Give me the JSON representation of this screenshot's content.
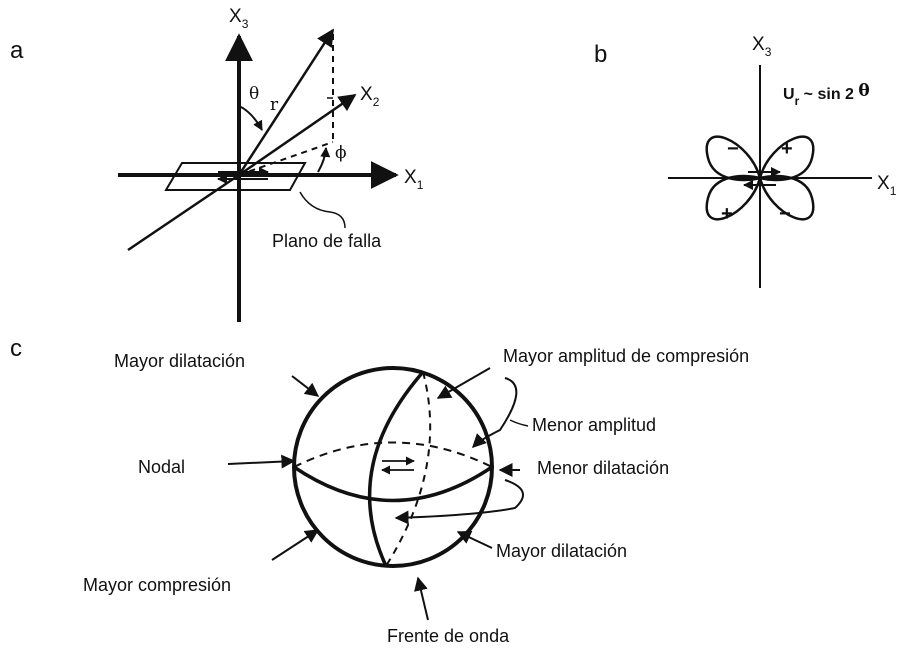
{
  "panels": {
    "a": {
      "letter": "a",
      "x3": "X",
      "x3_sub": "3",
      "x2": "X",
      "x2_sub": "2",
      "x1": "X",
      "x1_sub": "1",
      "theta": "θ",
      "r": "r",
      "phi": "ϕ",
      "fault_plane": "Plano de falla"
    },
    "b": {
      "letter": "b",
      "x3": "X",
      "x3_sub": "3",
      "x1": "X",
      "x1_sub": "1",
      "formula_u": "U",
      "formula_sub": "r",
      "formula_rest": " ~ sin 2 ",
      "formula_theta": "θ",
      "signs": [
        "−",
        "+",
        "+",
        "−"
      ]
    },
    "c": {
      "letter": "c",
      "labels": {
        "mayor_dilatacion_top": "Mayor dilatación",
        "nodal": "Nodal",
        "mayor_compresion": "Mayor compresión",
        "mayor_amplitud": "Mayor amplitud de compresión",
        "menor_amplitud": "Menor amplitud",
        "menor_dilatacion": "Menor dilatación",
        "mayor_dilatacion_bottom": "Mayor dilatación",
        "frente_onda": "Frente de onda"
      }
    }
  }
}
